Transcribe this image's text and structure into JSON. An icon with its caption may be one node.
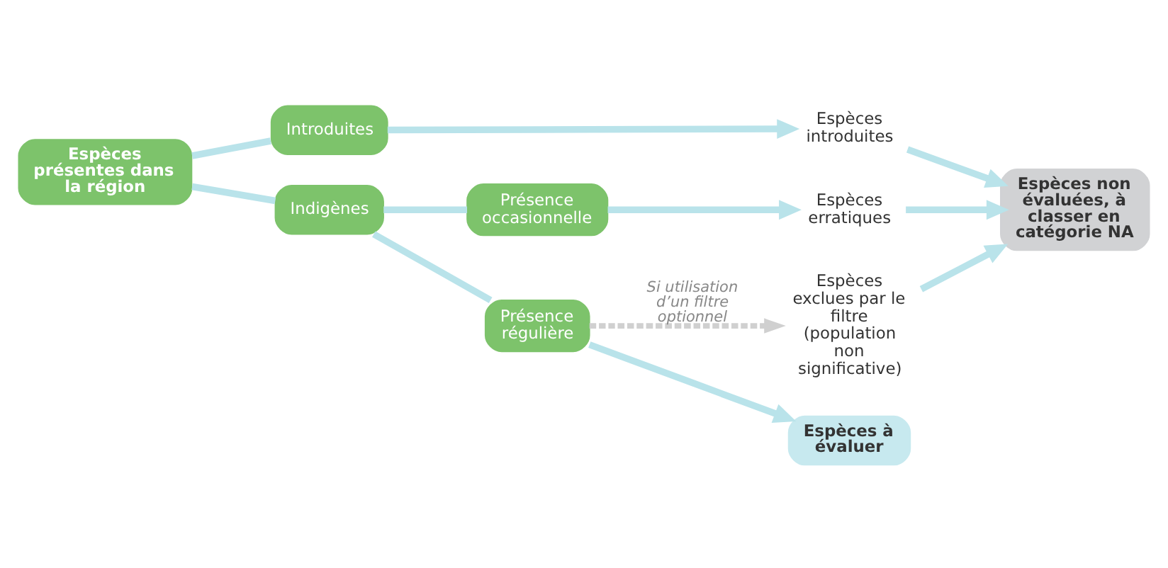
{
  "diagram": {
    "nodes": [
      {
        "text": [
          "Espèces présentes dans la région"
        ]
      },
      {
        "text": [
          "Introduites"
        ]
      },
      {
        "text": [
          "Indigènes"
        ]
      },
      {
        "text": [
          "Présence occasionnelle"
        ]
      },
      {
        "text": [
          "Présence régulière"
        ]
      },
      {
        "text": [
          "Espèces introduites"
        ]
      },
      {
        "text": [
          "Espèces erratiques"
        ]
      },
      {
        "text": [
          "Espèces exclues par le filtre (population non significative)"
        ]
      },
      {
        "text": [
          "Espèces non évaluées, à classer en catégorie NA"
        ]
      },
      {
        "text": [
          "Espèces à évaluer"
        ]
      }
    ],
    "edges": [
      {
        "from": 0,
        "to": 1,
        "arrow": "none"
      },
      {
        "from": 0,
        "to": 2,
        "arrow": "none"
      },
      {
        "from": 1,
        "to": 5,
        "arrow": "to"
      },
      {
        "from": 2,
        "to": 3,
        "arrow": "none"
      },
      {
        "from": 2,
        "to": 4,
        "arrow": "none"
      },
      {
        "from": 3,
        "to": 6,
        "arrow": "to"
      },
      {
        "from": 4,
        "to": 7,
        "arrow": "to",
        "label": "Si utilisation d’un filtre optionnel",
        "style": "dashed",
        "color": "#d0d0d0"
      },
      {
        "from": 5,
        "to": 8,
        "arrow": "to"
      },
      {
        "from": 6,
        "to": 8,
        "arrow": "to"
      },
      {
        "from": 7,
        "to": 8,
        "arrow": "to"
      },
      {
        "from": 4,
        "to": 9,
        "arrow": "to"
      }
    ]
  }
}
